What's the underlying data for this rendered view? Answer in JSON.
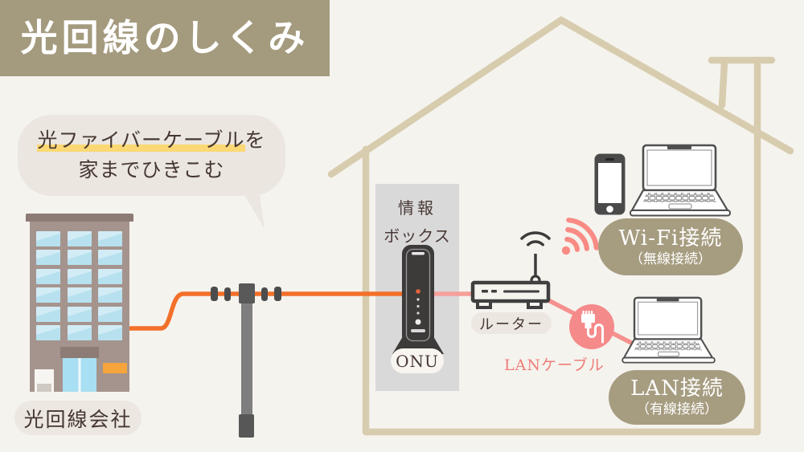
{
  "title": "光回線のしくみ",
  "speech_bubble": {
    "highlight": "光ファイバーケーブル",
    "tail": "を",
    "line2": "家までひきこむ"
  },
  "provider": {
    "label": "光回線会社"
  },
  "info_box": {
    "line1": "情報",
    "line2": "ボックス",
    "onu_label": "ONU"
  },
  "router_label": "ルーター",
  "wifi_connection": {
    "label": "Wi-Fi接続",
    "sublabel": "（無線接続）"
  },
  "lan_connection": {
    "label": "LAN接続",
    "sublabel": "（有線接続）",
    "cable_label": "LANケーブル"
  },
  "icons": {
    "building": "office-building",
    "utility_pole": "utility-pole",
    "fiber_cable": "orange-fiber-line",
    "house": "house-outline",
    "onu": "onu-modem-tower",
    "router": "wifi-router",
    "wifi_waves_dark": "wifi-arcs-over-antenna",
    "wifi_signal_pink": "wifi-signal",
    "smartphone": "smartphone",
    "laptop_wifi": "laptop",
    "laptop_lan": "laptop",
    "lan_plug": "ethernet-plug-in-circle"
  },
  "colors": {
    "background": "#f5f3ee",
    "banner_olive": "#a49a7e",
    "pill_olive": "#a69c80",
    "pill_beige": "#ece7e0",
    "bubble_beige": "#ebe6df",
    "highlight_yellow": "#fbd874",
    "fiber_orange": "#f3702a",
    "lan_pink": "#f5918d",
    "icon_pink": "#f58a8a",
    "lan_text_pink": "#ef7e79",
    "house_outline_tan": "#d8ccae",
    "text_brown": "#463732",
    "device_dark": "#3d3a3a"
  }
}
